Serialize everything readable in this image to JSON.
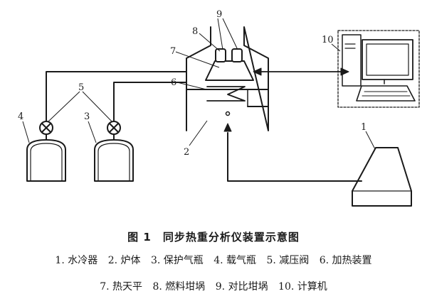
{
  "figure": {
    "title": "图 1　同步热重分析仪装置示意图",
    "callouts": {
      "c1": "1",
      "c2": "2",
      "c3": "3",
      "c4": "4",
      "c5": "5",
      "c6": "6",
      "c7": "7",
      "c8": "8",
      "c9": "9",
      "c10": "10"
    },
    "legend_row1": [
      "1. 水冷器",
      "2. 炉体",
      "3. 保护气瓶",
      "4. 载气瓶",
      "5. 减压阀",
      "6. 加热装置"
    ],
    "legend_row2": [
      "7. 热天平",
      "8. 燃料坩埚",
      "9. 对比坩埚",
      "10. 计算机"
    ]
  },
  "colors": {
    "ink": "#1a1a1a",
    "background": "#ffffff"
  }
}
